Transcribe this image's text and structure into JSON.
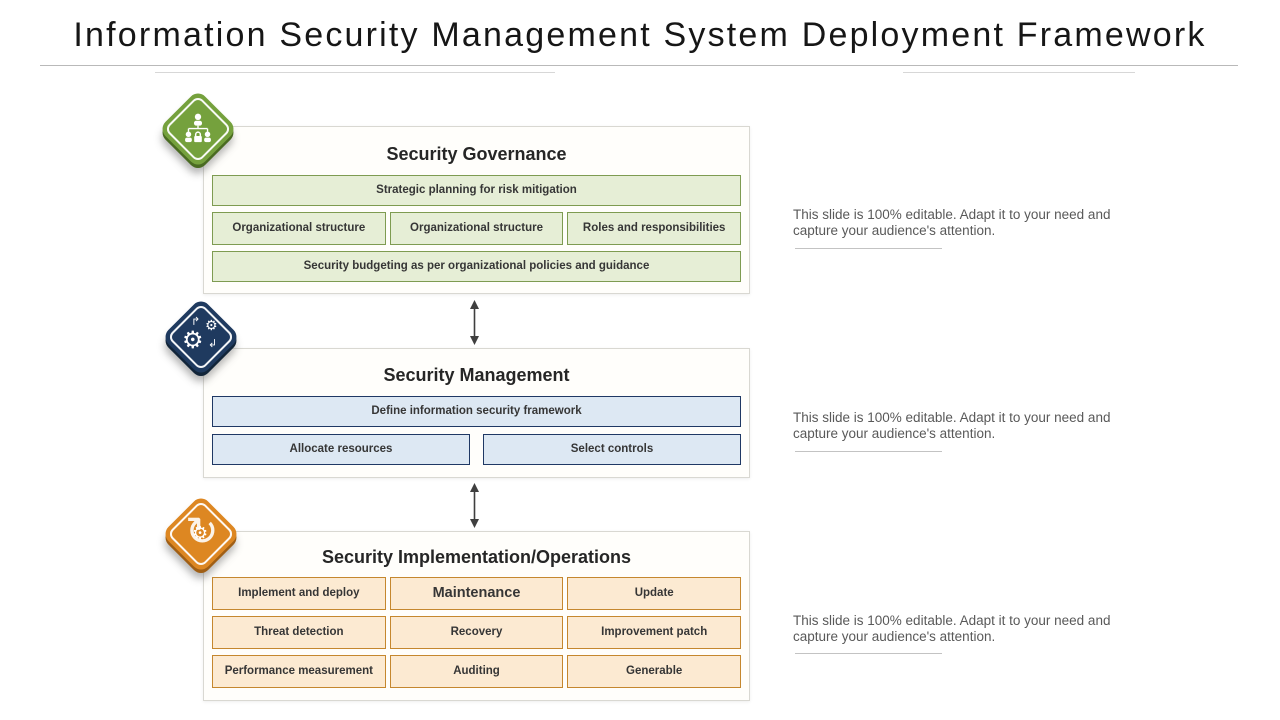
{
  "slide": {
    "title": "Information Security Management System Deployment Framework"
  },
  "colors": {
    "governance_accent": "#75a13d",
    "governance_fill": "#e6eed6",
    "governance_border": "#7e9b51",
    "management_accent": "#1f3a5f",
    "management_fill": "#dde8f3",
    "management_border": "#1f3864",
    "operations_accent": "#dd8722",
    "operations_fill": "#fcead2",
    "operations_border": "#c5872e",
    "note_text": "#595959",
    "arrow": "#3f3f3f"
  },
  "sections": [
    {
      "title": "Security Governance",
      "icon": "org-hierarchy-icon",
      "rows": [
        [
          "Strategic planning for risk mitigation"
        ],
        [
          "Organizational structure",
          "Organizational structure",
          "Roles and responsibilities"
        ],
        [
          "Security budgeting as per organizational policies and guidance"
        ]
      ]
    },
    {
      "title": "Security Management",
      "icon": "gears-sync-icon",
      "rows": [
        [
          "Define information security framework"
        ],
        [
          "Allocate resources",
          "Select controls"
        ]
      ]
    },
    {
      "title": "Security Implementation/Operations",
      "icon": "gear-refresh-icon",
      "rows": [
        [
          "Implement and deploy",
          "Maintenance",
          "Update"
        ],
        [
          "Threat detection",
          "Recovery",
          "Improvement patch"
        ],
        [
          "Performance measurement",
          "Auditing",
          "Generable"
        ]
      ]
    }
  ],
  "notes": [
    "This slide is 100% editable. Adapt it to your need and capture your audience's attention.",
    "This slide is 100% editable. Adapt it to your need and capture your audience's attention.",
    "This slide is 100% editable. Adapt it to your need and capture your audience's attention."
  ]
}
